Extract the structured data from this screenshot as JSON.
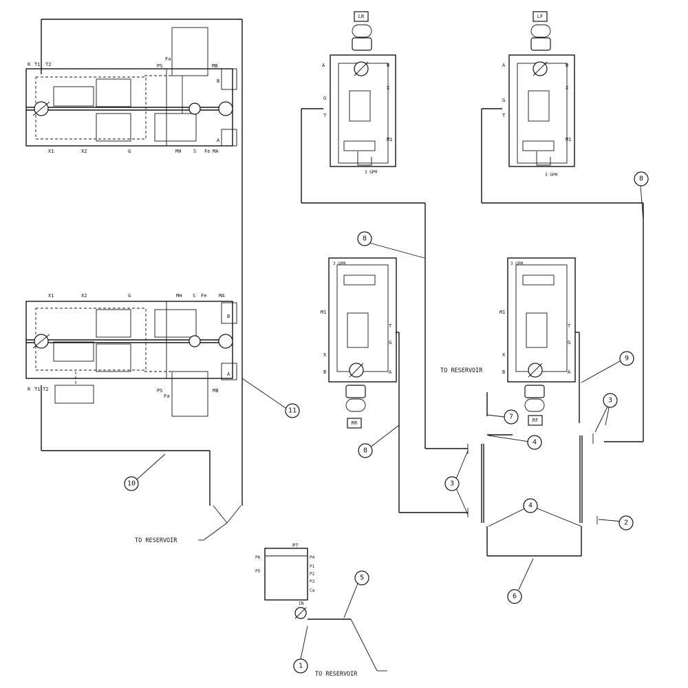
{
  "reservoir_label": "TO RESERVOIR",
  "motor_tags": {
    "lr": "LR",
    "lf": "LF",
    "rr": "RR",
    "rf": "RF"
  },
  "gpm_label": "3 GPM",
  "callouts": [
    "1",
    "2",
    "3",
    "4",
    "5",
    "6",
    "7",
    "8",
    "9",
    "10",
    "11"
  ],
  "pump_ports_top": {
    "r": "R",
    "t1": "T1",
    "t2": "T2",
    "ps": "PS",
    "fa": "Fa",
    "mb": "MB",
    "b": "B",
    "a": "A",
    "x1": "X1",
    "x2": "X2",
    "g": "G",
    "mh": "MH",
    "s": "S",
    "fe": "Fe",
    "ma": "MA"
  },
  "pump_ports_bottom": {
    "x1": "X1",
    "x2": "X2",
    "g": "G",
    "mh": "MH",
    "s": "S",
    "fe": "Fe",
    "ma": "MA",
    "b": "B",
    "a": "A",
    "r": "R",
    "t1": "T1",
    "t2": "T2",
    "ps": "PS",
    "fa": "Fa",
    "mb": "MB"
  },
  "motor_ports": {
    "a": "A",
    "b": "B",
    "x": "X",
    "g": "G",
    "t": "T",
    "m1": "M1"
  },
  "manifold": {
    "title": "P7",
    "p6": "P6",
    "p5": "P5",
    "p4": "P4",
    "p1": "P1",
    "p2": "P2",
    "p3": "P3",
    "ca": "Ca",
    "in": "IN"
  }
}
